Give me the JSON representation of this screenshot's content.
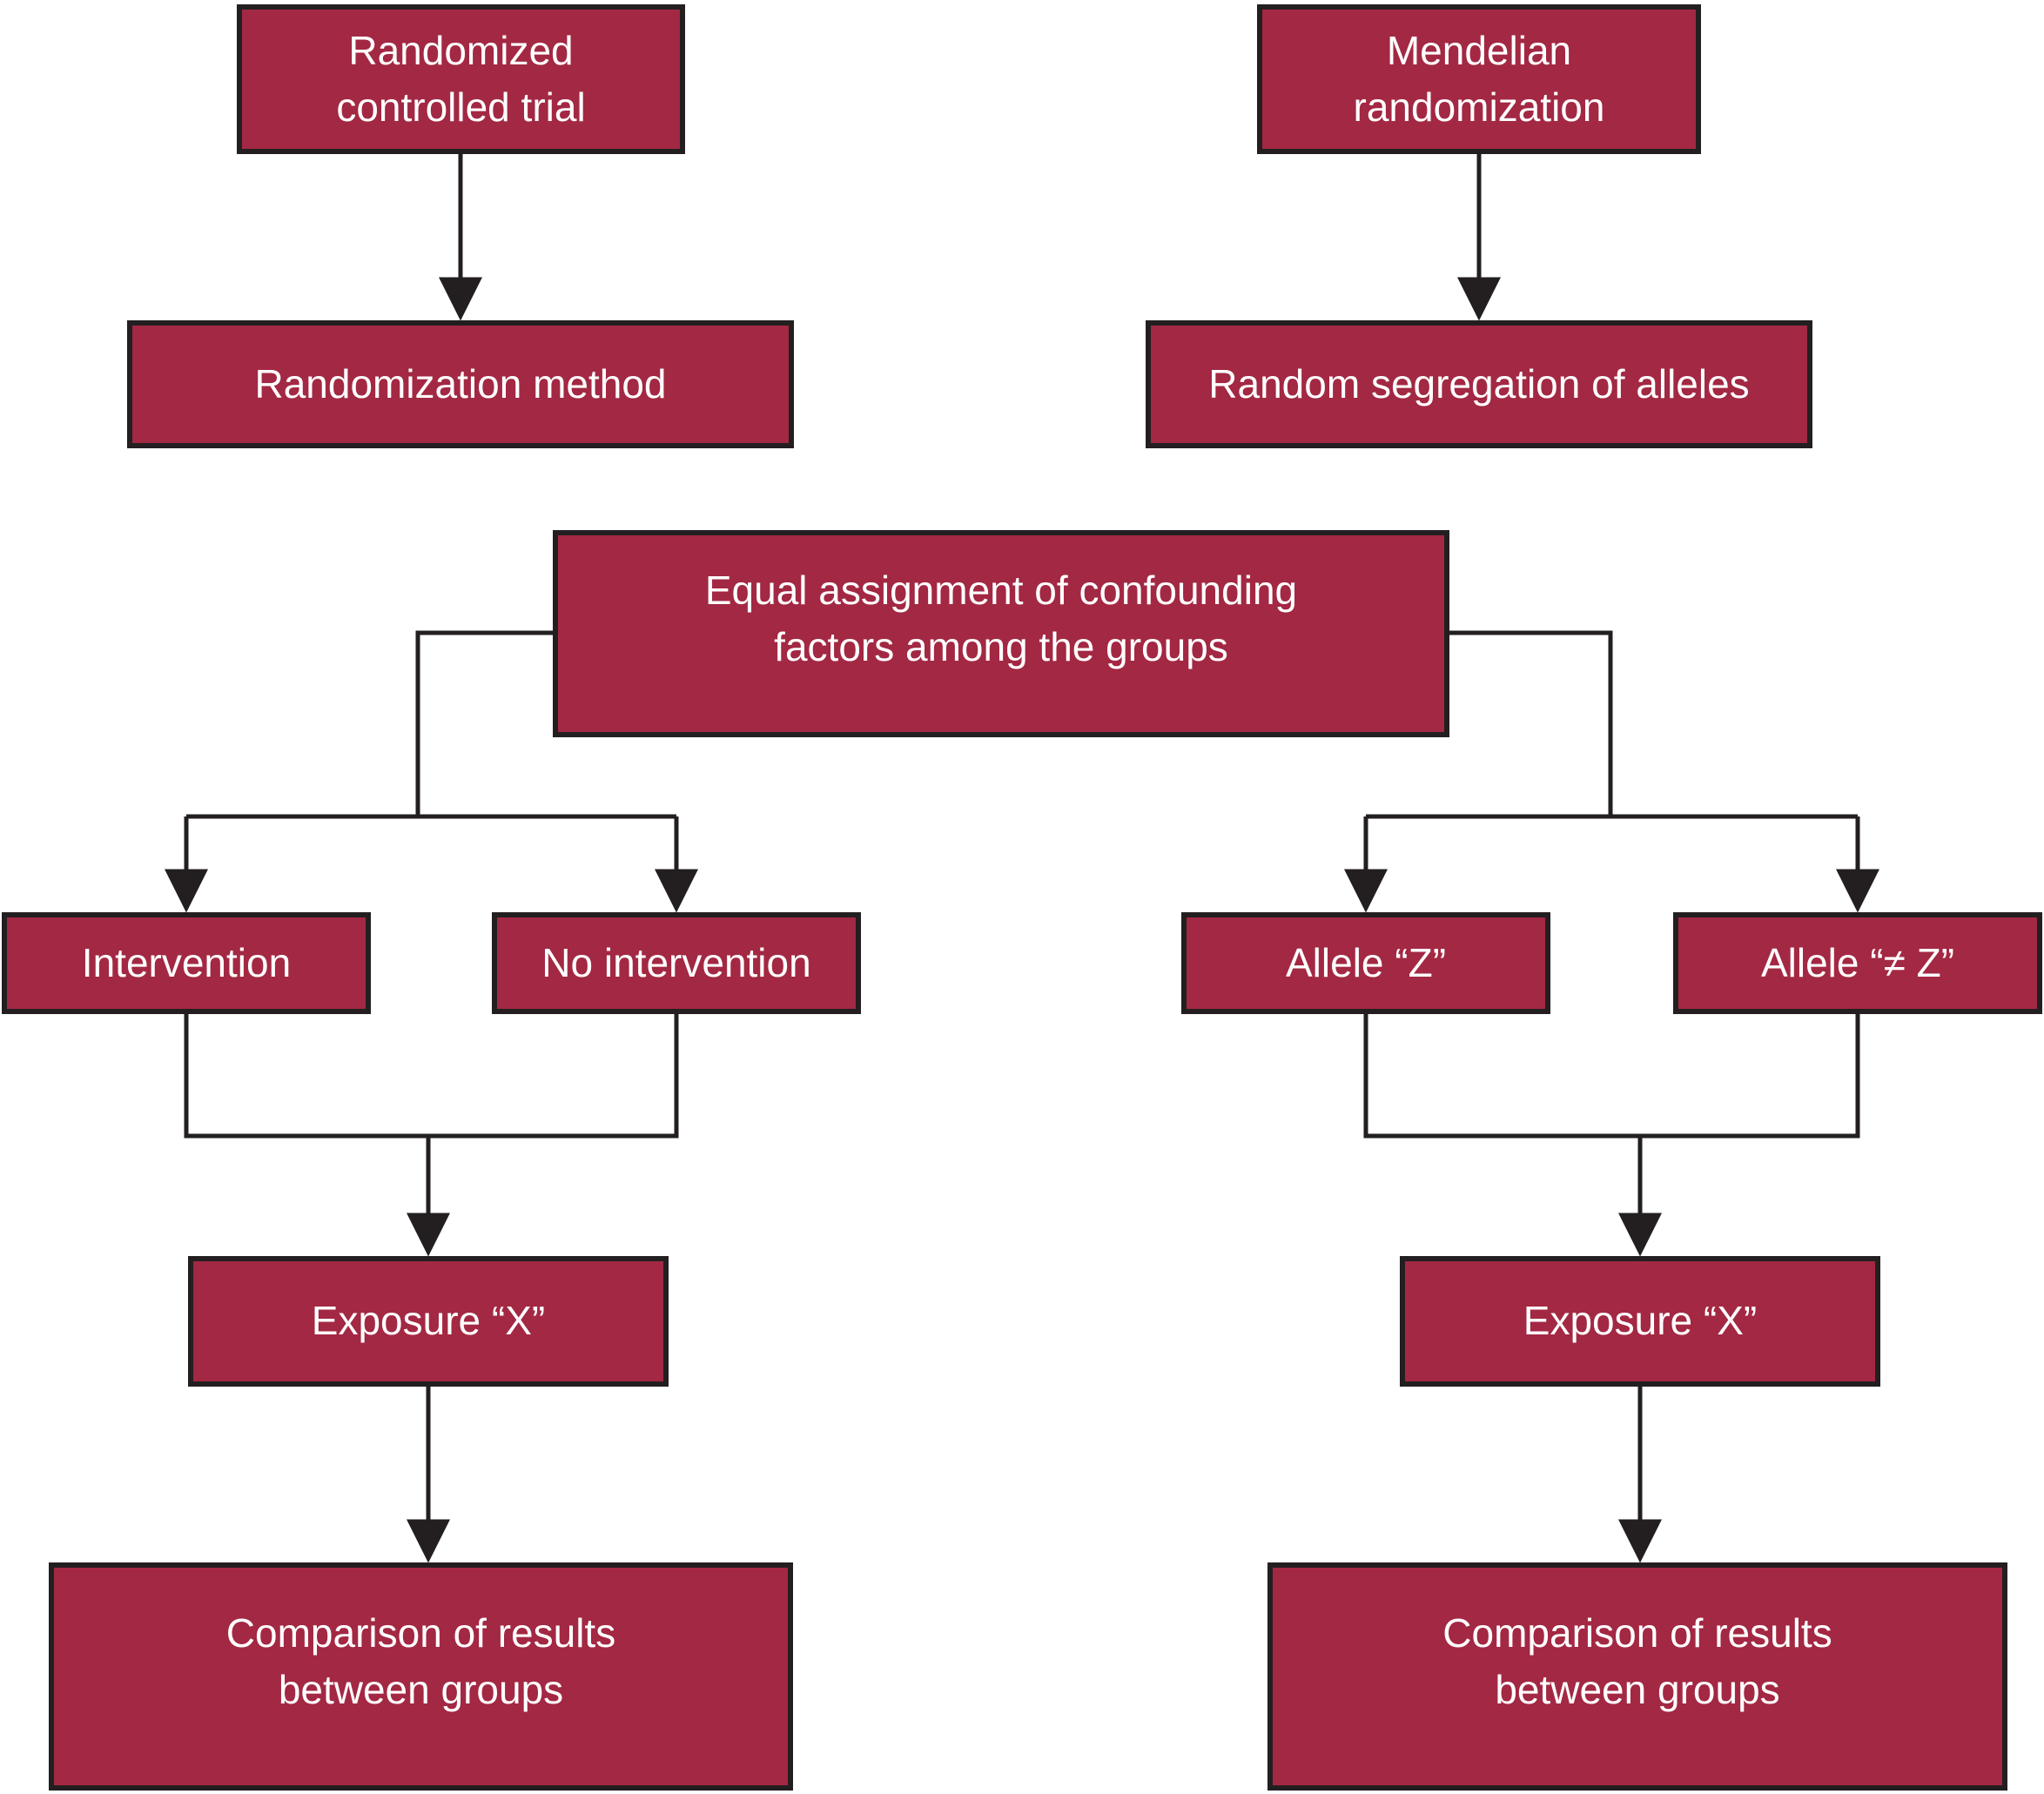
{
  "colors": {
    "box_fill": "#A32843",
    "box_border": "#231F20",
    "connector": "#231F20",
    "label_text": "#FFFFFF",
    "background": "#FFFFFF"
  },
  "nodes": {
    "rct": {
      "label": "Randomized\ncontrolled trial"
    },
    "mendelian": {
      "label": "Mendelian\nrandomization"
    },
    "randomization_method": {
      "label": "Randomization method"
    },
    "random_segregation": {
      "label": "Random segregation of alleles"
    },
    "equal_assignment": {
      "label": "Equal assignment of confounding\nfactors among the groups"
    },
    "intervention": {
      "label": "Intervention"
    },
    "no_intervention": {
      "label": "No intervention"
    },
    "allele_z": {
      "label": "Allele “Z”"
    },
    "allele_not_z": {
      "label": "Allele “≠ Z”"
    },
    "exposure_left": {
      "label": "Exposure “X”"
    },
    "exposure_right": {
      "label": "Exposure “X”"
    },
    "comparison_left": {
      "label": "Comparison of results\nbetween groups"
    },
    "comparison_right": {
      "label": "Comparison of results\nbetween groups"
    }
  },
  "edges": [
    [
      "rct",
      "randomization_method"
    ],
    [
      "mendelian",
      "random_segregation"
    ],
    [
      "equal_assignment",
      "intervention"
    ],
    [
      "equal_assignment",
      "no_intervention"
    ],
    [
      "equal_assignment",
      "allele_z"
    ],
    [
      "equal_assignment",
      "allele_not_z"
    ],
    [
      "intervention",
      "exposure_left"
    ],
    [
      "no_intervention",
      "exposure_left"
    ],
    [
      "allele_z",
      "exposure_right"
    ],
    [
      "allele_not_z",
      "exposure_right"
    ],
    [
      "exposure_left",
      "comparison_left"
    ],
    [
      "exposure_right",
      "comparison_right"
    ]
  ]
}
